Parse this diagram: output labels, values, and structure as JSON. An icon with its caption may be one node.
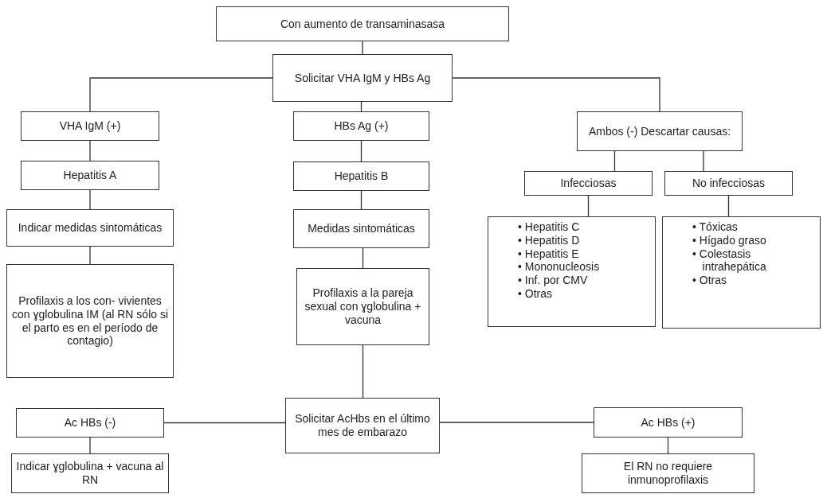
{
  "diagram": {
    "nodes": [
      {
        "text": [
          "Con aumento de transaminasasa"
        ]
      },
      {
        "text": [
          "Solicitar VHA IgM y HBs Ag"
        ]
      },
      {
        "text": [
          "VHA IgM (+)"
        ]
      },
      {
        "text": [
          "HBs Ag (+)"
        ]
      },
      {
        "text": [
          "Ambos (-) Descartar causas:"
        ]
      },
      {
        "text": [
          "Hepatitis A"
        ]
      },
      {
        "text": [
          "Hepatitis B"
        ]
      },
      {
        "text": [
          "Infecciosas"
        ]
      },
      {
        "text": [
          "No infecciosas"
        ]
      },
      {
        "text": [
          "Indicar medidas sintomáticas"
        ]
      },
      {
        "text": [
          "Medidas sintomáticas"
        ]
      },
      {
        "text": [
          "• Hepatitis C",
          "• Hepatitis D",
          "• Hepatitis E",
          "• Mononucleosis",
          "• Inf. por CMV",
          "• Otras"
        ]
      },
      {
        "text": [
          "• Tóxicas",
          "• Hígado graso",
          "• Colestasis intrahepática",
          "• Otras"
        ]
      },
      {
        "text": [
          "Profilaxis a los con- vivientes con ɣglobulina IM (al RN sólo si el parto es en el período de contagio)"
        ]
      },
      {
        "text": [
          "Profilaxis a la pareja sexual con ɣglobulina + vacuna"
        ]
      },
      {
        "text": [
          "Solicitar AcHbs en el último mes de embarazo"
        ]
      },
      {
        "text": [
          "Ac HBs (-)"
        ]
      },
      {
        "text": [
          "Ac HBs (+)"
        ]
      },
      {
        "text": [
          "Indicar ɣglobulina + vacuna al RN"
        ]
      },
      {
        "text": [
          "El RN no requiere inmunoprofilaxis"
        ]
      }
    ],
    "edges": [
      {
        "from": 0,
        "to": 1,
        "arrow": "none"
      },
      {
        "from": 1,
        "to": 2,
        "arrow": "none"
      },
      {
        "from": 1,
        "to": 3,
        "arrow": "none"
      },
      {
        "from": 1,
        "to": 4,
        "arrow": "none"
      },
      {
        "from": 2,
        "to": 5,
        "arrow": "none"
      },
      {
        "from": 3,
        "to": 6,
        "arrow": "none"
      },
      {
        "from": 4,
        "to": 7,
        "arrow": "none"
      },
      {
        "from": 4,
        "to": 8,
        "arrow": "none"
      },
      {
        "from": 5,
        "to": 9,
        "arrow": "none"
      },
      {
        "from": 6,
        "to": 10,
        "arrow": "none"
      },
      {
        "from": 7,
        "to": 11,
        "arrow": "none"
      },
      {
        "from": 8,
        "to": 12,
        "arrow": "none"
      },
      {
        "from": 9,
        "to": 13,
        "arrow": "none"
      },
      {
        "from": 10,
        "to": 14,
        "arrow": "none"
      },
      {
        "from": 14,
        "to": 15,
        "arrow": "none"
      },
      {
        "from": 15,
        "to": 16,
        "arrow": "none"
      },
      {
        "from": 15,
        "to": 17,
        "arrow": "none"
      },
      {
        "from": 16,
        "to": 18,
        "arrow": "none"
      },
      {
        "from": 17,
        "to": 19,
        "arrow": "none"
      }
    ]
  }
}
